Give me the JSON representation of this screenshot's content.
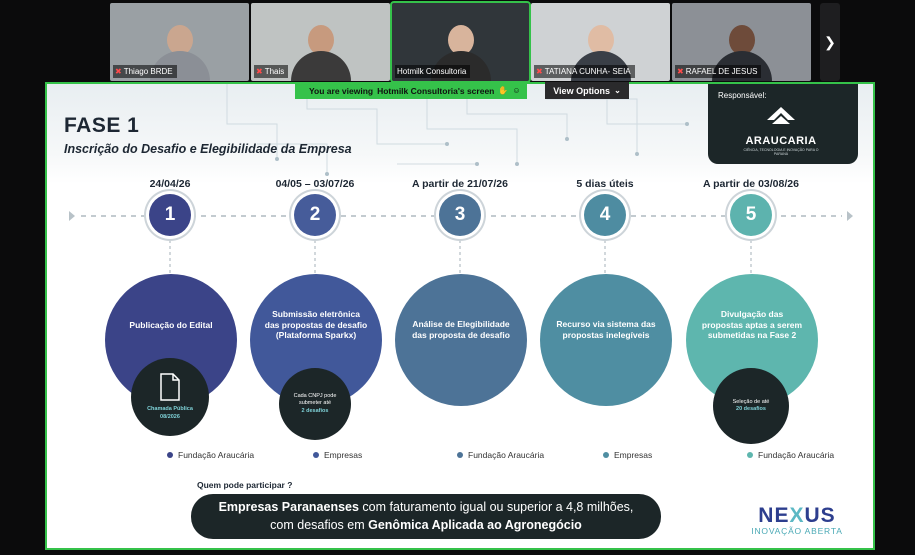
{
  "participants": [
    {
      "name": "Thiago BRDE",
      "muted": true,
      "skin": "#caa68f",
      "shirt": "#8b8f96",
      "bg": "#9aa0a4"
    },
    {
      "name": "Thais",
      "muted": true,
      "skin": "#c79a7e",
      "shirt": "#3b3a3a",
      "bg": "#bfc3c2"
    },
    {
      "name": "Hotmilk Consultoria",
      "muted": false,
      "skin": "#d8b49c",
      "shirt": "#2b2b2b",
      "bg": "#30363a"
    },
    {
      "name": "TATIANA CUNHA- SEIA",
      "muted": true,
      "skin": "#e0bca4",
      "shirt": "#3a3f47",
      "bg": "#cfd2d4"
    },
    {
      "name": "RAFAEL DE JESUS",
      "muted": true,
      "skin": "#6e4b3a",
      "shirt": "#2a2d33",
      "bg": "#8c9096"
    }
  ],
  "viewing_banner": {
    "prefix": "You are viewing",
    "user": "Hotmilk Consultoria's screen"
  },
  "view_options_label": "View Options",
  "slide": {
    "title": "FASE 1",
    "subtitle": "Inscrição do Desafio e Elegibilidade da Empresa",
    "responsible_label": "Responsável:",
    "logo_name": "ARAUCARIA",
    "logo_tagline": "CIÊNCIA, TECNOLOGIA E INOVAÇÃO PARA O PARANÁ",
    "steps": [
      {
        "number": "1",
        "date": "24/04/26",
        "text": "Publicação do Edital",
        "legend": "Fundação Araucária",
        "color": "#3b4488",
        "big_color": "#3b4488",
        "dot": "#3b4488"
      },
      {
        "number": "2",
        "date": "04/05 – 03/07/26",
        "text": "Submissão eletrônica das propostas de desafio (Plataforma Sparkx)",
        "legend": "Empresas",
        "color": "#465c9a",
        "big_color": "#41589a",
        "dot": "#41589a"
      },
      {
        "number": "3",
        "date": "A partir de 21/07/26",
        "text": "Análise de Elegibilidade das proposta de desafio",
        "legend": "Fundação Araucária",
        "color": "#4d7397",
        "big_color": "#4d7397",
        "dot": "#4d7397"
      },
      {
        "number": "4",
        "date": "5 dias úteis",
        "text": "Recurso via sistema das propostas inelegíveis",
        "legend": "Empresas",
        "color": "#4e8ca1",
        "big_color": "#4f8ea2",
        "dot": "#4f8ea2"
      },
      {
        "number": "5",
        "date": "A partir de 03/08/26",
        "text": "Divulgação das propostas aptas a serem submetidas na Fase 2",
        "legend": "Fundação Araucária",
        "color": "#5db3ae",
        "big_color": "#5eb6ae",
        "dot": "#5eb6ae"
      }
    ],
    "notes": {
      "note1_line1": "Chamada Pública",
      "note1_line2": "08/2026",
      "note2_line1": "Cada CNPJ pode submeter até",
      "note2_highlight": "2 desafios",
      "note5_line1": "Seleção de até",
      "note5_highlight": "20 desafios"
    },
    "who_label": "Quem pode participar ?",
    "pill": {
      "bold1": "Empresas Paranaenses",
      "text1": " com faturamento igual ou superior a 4,8 milhões,",
      "text2": "com desafios em ",
      "bold2": "Genômica Aplicada ao Agronegócio"
    },
    "brand_word_a": "NE",
    "brand_word_x": "X",
    "brand_word_b": "US",
    "brand_tag": "INOVAÇÃO ABERTA"
  },
  "icons": {
    "mic": "muted-mic-icon",
    "next": "chevron-right-icon",
    "chevron": "chevron-down-icon"
  }
}
